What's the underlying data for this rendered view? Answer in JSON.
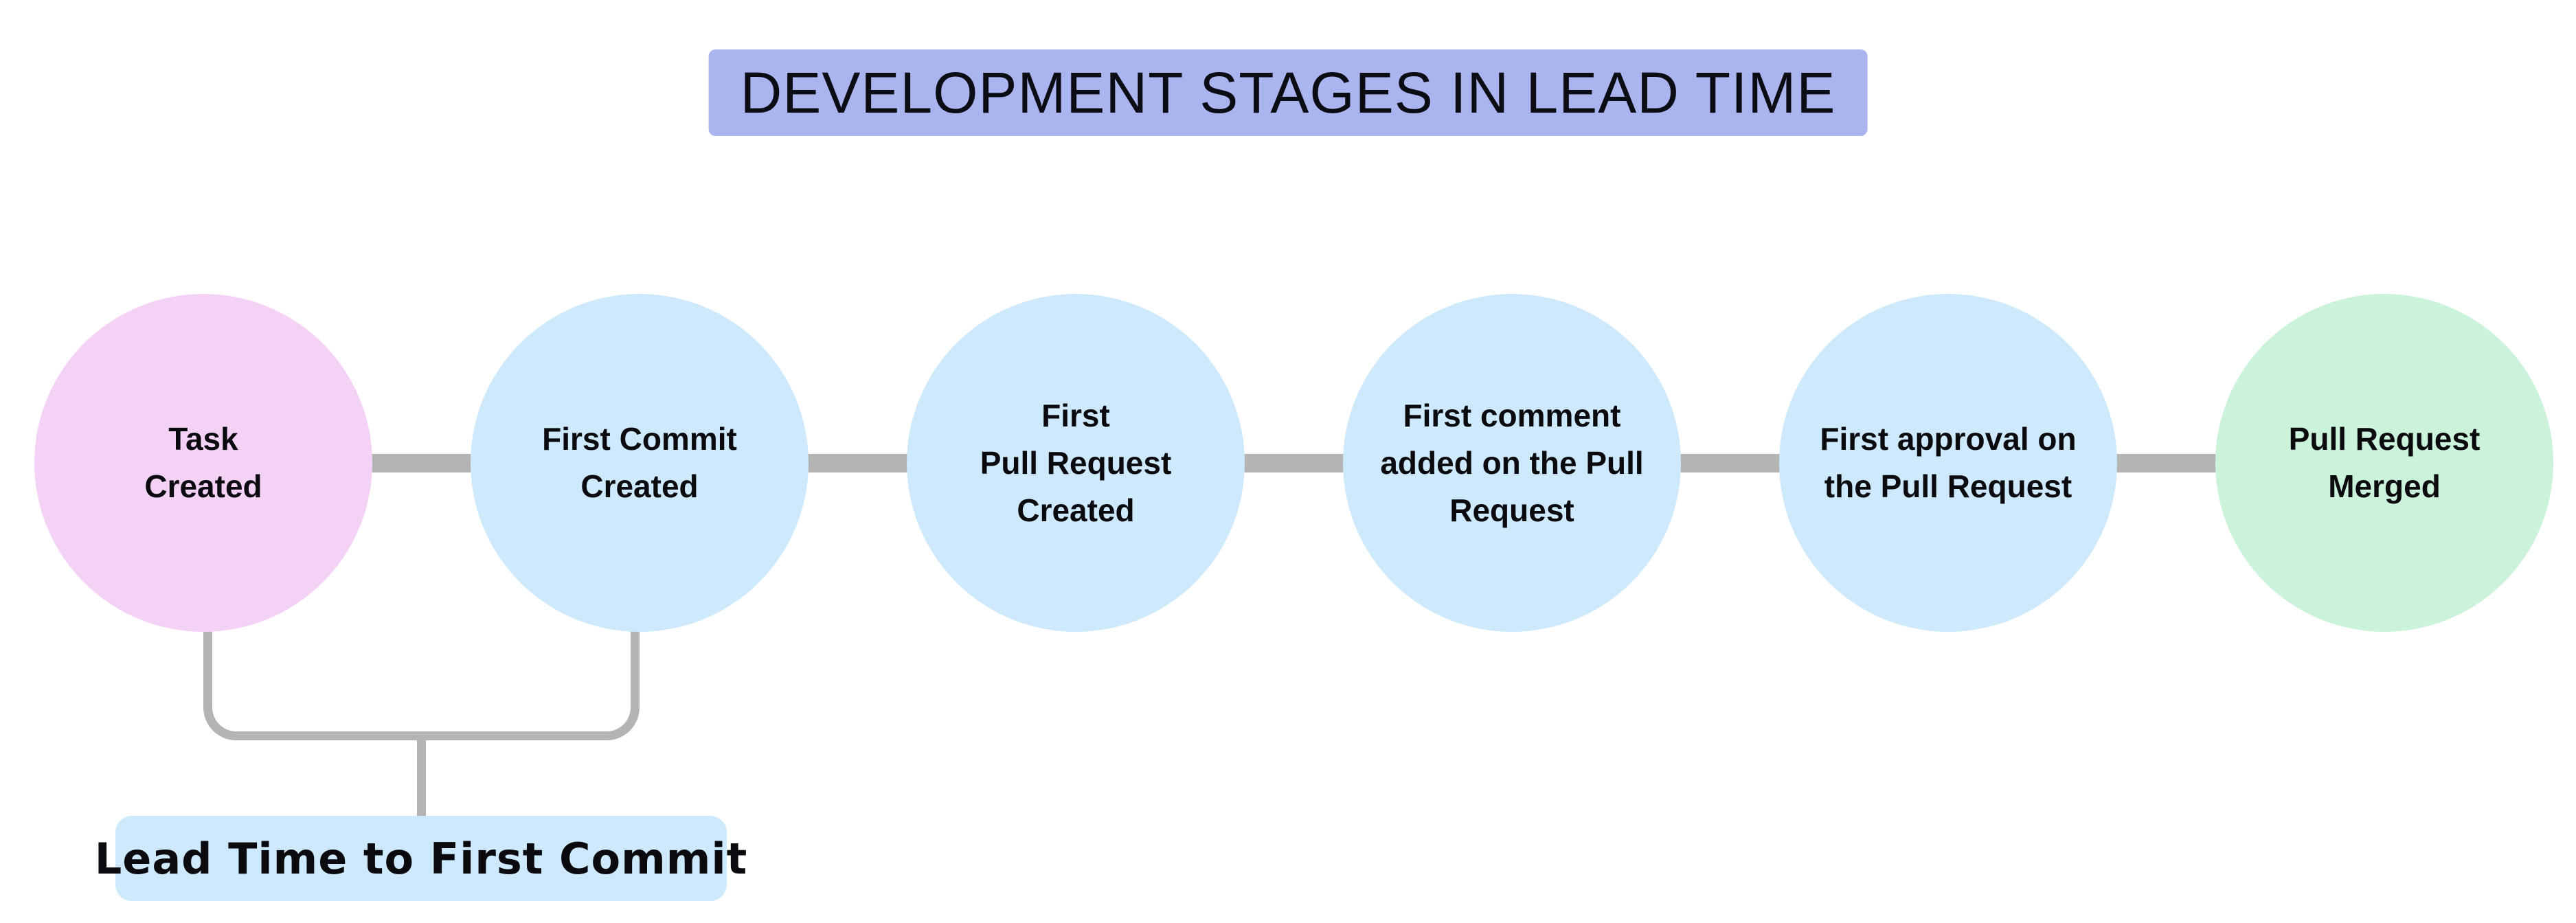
{
  "title": {
    "text": "DEVELOPMENT STAGES IN LEAD TIME",
    "bg_color": "#aab4ef"
  },
  "stages": [
    {
      "lines": [
        "Task",
        "Created"
      ],
      "label": "Task Created",
      "color": "#f4d2f6"
    },
    {
      "lines": [
        "First Commit",
        "Created"
      ],
      "label": "First Commit Created",
      "color": "#cde9fb"
    },
    {
      "lines": [
        "First",
        "Pull Request",
        "Created"
      ],
      "label": "First Pull Request Created",
      "color": "#cde9fb"
    },
    {
      "lines": [
        "First comment",
        "added on the Pull",
        "Request"
      ],
      "label": "First comment added on the Pull Request",
      "color": "#cde9fb"
    },
    {
      "lines": [
        "First approval on",
        "the Pull Request"
      ],
      "label": "First approval on the Pull Request",
      "color": "#cde9fb"
    },
    {
      "lines": [
        "Pull Request",
        "Merged"
      ],
      "label": "Pull Request Merged",
      "color": "#cbf2da"
    }
  ],
  "connector": {
    "color": "#b4b4b4"
  },
  "annotation": {
    "label": "Lead Time to First Commit",
    "bg_color": "#cde9fb"
  },
  "text_color": "#0b0b0f",
  "background_color": "#ffffff"
}
